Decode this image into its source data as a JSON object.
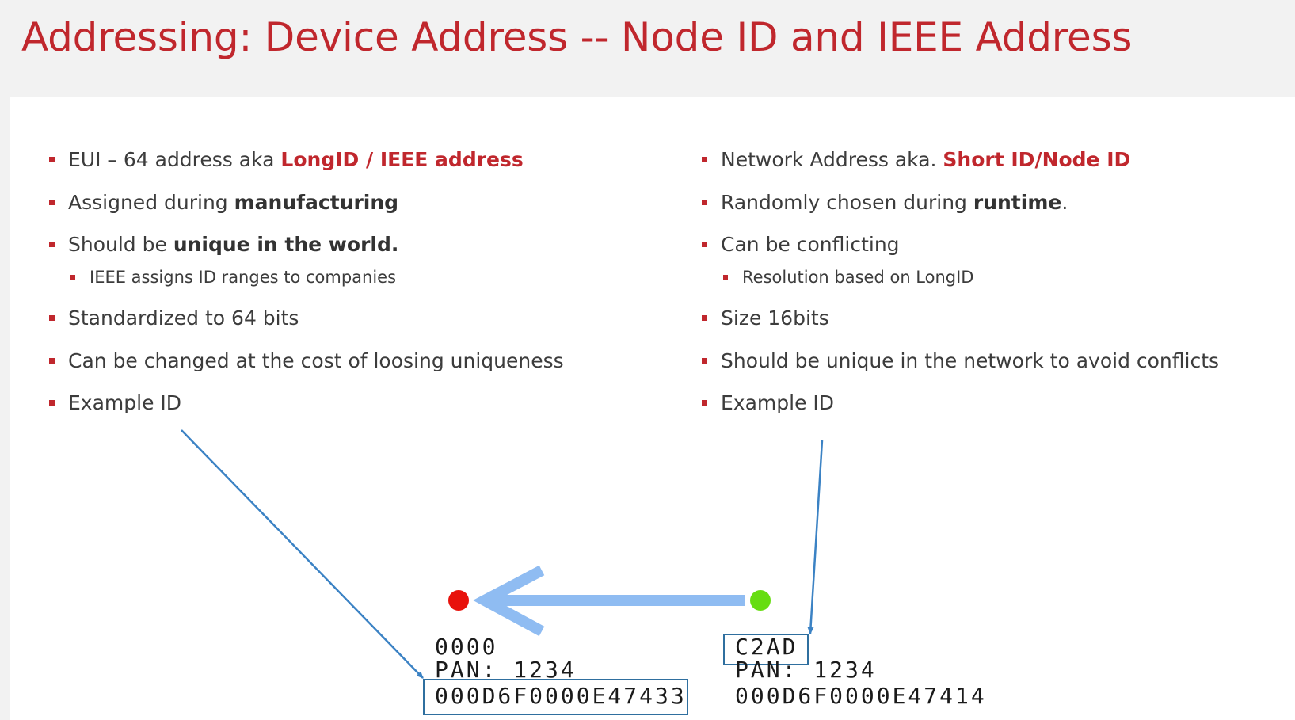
{
  "title": "Addressing:  Device Address  -- Node ID and IEEE Address",
  "left": {
    "items": [
      {
        "pre": "EUI – 64 address aka ",
        "emph": "LongID / IEEE address",
        "post": ""
      },
      {
        "pre": "Assigned during ",
        "emph": "manufacturing",
        "post": ""
      },
      {
        "pre": "Should be ",
        "emph": "unique in the world.",
        "post": ""
      },
      {
        "pre": "IEEE assigns ID ranges to companies"
      },
      {
        "pre": "Standardized to 64 bits"
      },
      {
        "pre": "Can be changed at the cost of loosing uniqueness"
      },
      {
        "pre": "Example ID"
      }
    ]
  },
  "right": {
    "items": [
      {
        "pre": "Network Address aka. ",
        "emph": "Short ID/Node ID",
        "post": ""
      },
      {
        "pre": "Randomly chosen during ",
        "emph": "runtime",
        "post": "."
      },
      {
        "pre": "Can be conflicting"
      },
      {
        "pre": "Resolution based on LongID"
      },
      {
        "pre": "Size 16bits"
      },
      {
        "pre": "Should be unique in the network to avoid conflicts"
      },
      {
        "pre": "Example ID"
      }
    ]
  },
  "node_a": {
    "short": "0000",
    "pan": "PAN:  1234",
    "long": "000D6F0000E47433",
    "color": "#e8120c"
  },
  "node_b": {
    "short": "C2AD",
    "pan": "PAN:  1234",
    "long": "000D6F0000E47414",
    "color": "#66dd11"
  },
  "colors": {
    "accent": "#c0272d",
    "arrow": "#8fbcf2",
    "pointer": "#3b82c4"
  }
}
